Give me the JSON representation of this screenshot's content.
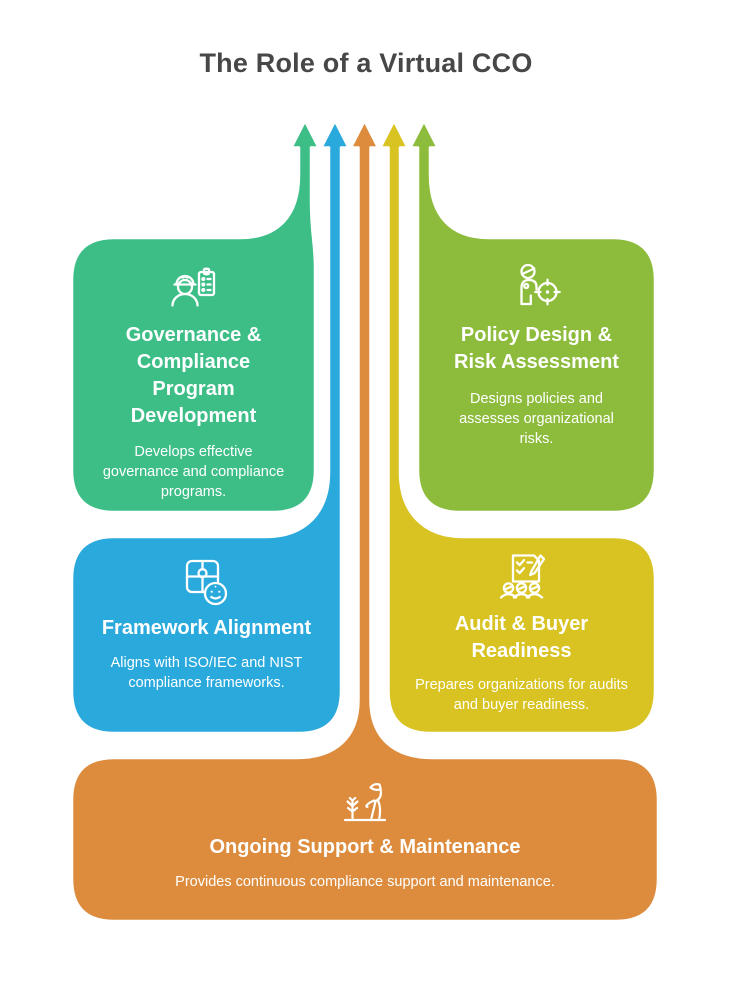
{
  "title": "The Role of a Virtual CCO",
  "colors": {
    "title_text": "#474747",
    "card_text": "#ffffff",
    "outline": "#ffffff",
    "background": "#ffffff"
  },
  "cards": [
    {
      "id": "governance",
      "title": "Governance & Compliance Program Development",
      "description": "Develops effective governance and compliance programs.",
      "color": "#3DBE87",
      "icon": "engineer-checklist-icon"
    },
    {
      "id": "policy-risk",
      "title": "Policy Design & Risk Assessment",
      "description": "Designs policies and assesses organizational risks.",
      "color": "#8DBC3C",
      "icon": "person-target-icon"
    },
    {
      "id": "framework",
      "title": "Framework Alignment",
      "description": "Aligns with ISO/IEC and NIST compliance frameworks.",
      "color": "#2AA9DC",
      "icon": "puzzle-smiley-icon"
    },
    {
      "id": "audit",
      "title": "Audit & Buyer Readiness",
      "description": "Prepares organizations for audits and buyer readiness.",
      "color": "#D8C322",
      "icon": "checklist-people-icon"
    },
    {
      "id": "ongoing",
      "title": "Ongoing Support & Maintenance",
      "description": "Provides continuous compliance support and maintenance.",
      "color": "#DD8C3E",
      "icon": "gardener-icon"
    }
  ]
}
